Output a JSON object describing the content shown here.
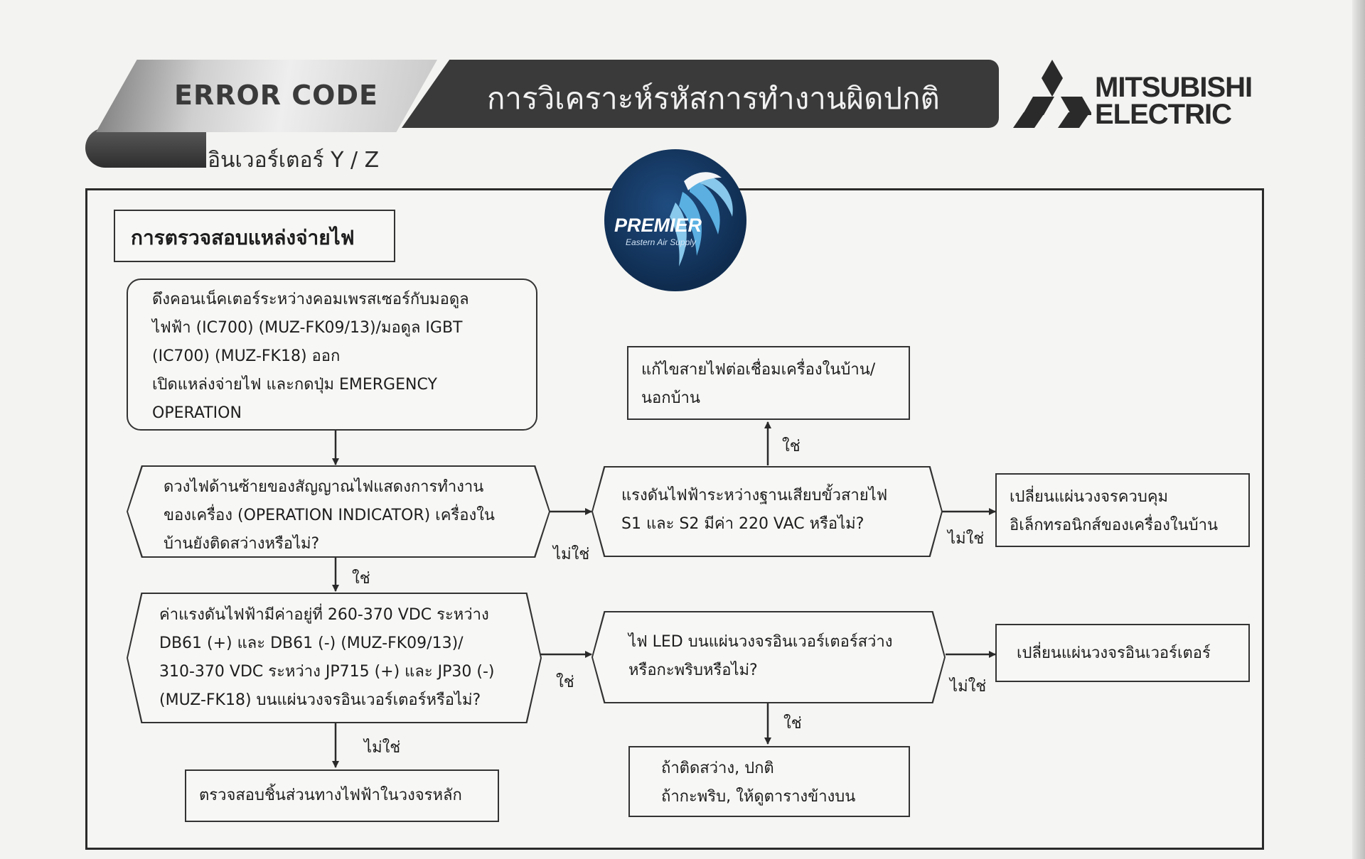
{
  "header": {
    "code_label": "ERROR CODE",
    "title": "การวิเคราะห์รหัสการทำงานผิดปกติ",
    "subtitle": "อินเวอร์เตอร์ Y / Z"
  },
  "brand": {
    "name_line1": "MITSUBISHI",
    "name_line2": "ELECTRIC",
    "premier_name": "PREMIER",
    "premier_tagline": "Eastern Air Supply"
  },
  "flowchart": {
    "title": "การตรวจสอบแหล่งจ่ายไฟ",
    "start_lines": [
      "ดึงคอนเน็คเตอร์ระหว่างคอมเพรสเซอร์กับมอดูล",
      "ไฟฟ้า (IC700) (MUZ-FK09/13)/มอดูล IGBT",
      "(IC700) (MUZ-FK18) ออก",
      "เปิดแหล่งจ่ายไฟ และกดปุ่ม EMERGENCY",
      "OPERATION"
    ],
    "decision1_lines": [
      "ดวงไฟด้านซ้ายของสัญญาณไฟแสดงการทำงาน",
      "ของเครื่อง (OPERATION INDICATOR) เครื่องใน",
      "บ้านยังติดสว่างหรือไม่?"
    ],
    "decision2_lines": [
      "ค่าแรงดันไฟฟ้ามีค่าอยู่ที่ 260-370 VDC ระหว่าง",
      "DB61 (+) และ DB61 (-) (MUZ-FK09/13)/",
      "310-370 VDC ระหว่าง JP715 (+) และ JP30 (-)",
      "(MUZ-FK18) บนแผ่นวงจรอินเวอร์เตอร์หรือไม่?"
    ],
    "check_main": "ตรวจสอบชิ้นส่วนทางไฟฟ้าในวงจรหลัก",
    "fix_wiring_lines": [
      "แก้ไขสายไฟต่อเชื่อมเครื่องในบ้าน/",
      "นอกบ้าน"
    ],
    "decision3_lines": [
      "แรงดันไฟฟ้าระหว่างฐานเสียบขั้วสายไฟ",
      "S1 และ S2 มีค่า 220 VAC หรือไม่?"
    ],
    "replace_indoor_lines": [
      "เปลี่ยนแผ่นวงจรควบคุม",
      "อิเล็กทรอนิกส์ของเครื่องในบ้าน"
    ],
    "decision4_lines": [
      "ไฟ LED บนแผ่นวงจรอินเวอร์เตอร์สว่าง",
      "หรือกะพริบหรือไม่?"
    ],
    "replace_inverter": "เปลี่ยนแผ่นวงจรอินเวอร์เตอร์",
    "result_lines": [
      "ถ้าติดสว่าง, ปกติ",
      "ถ้ากะพริบ, ให้ดูตารางข้างบน"
    ],
    "yes": "ใช่",
    "no": "ไม่ใช่"
  }
}
